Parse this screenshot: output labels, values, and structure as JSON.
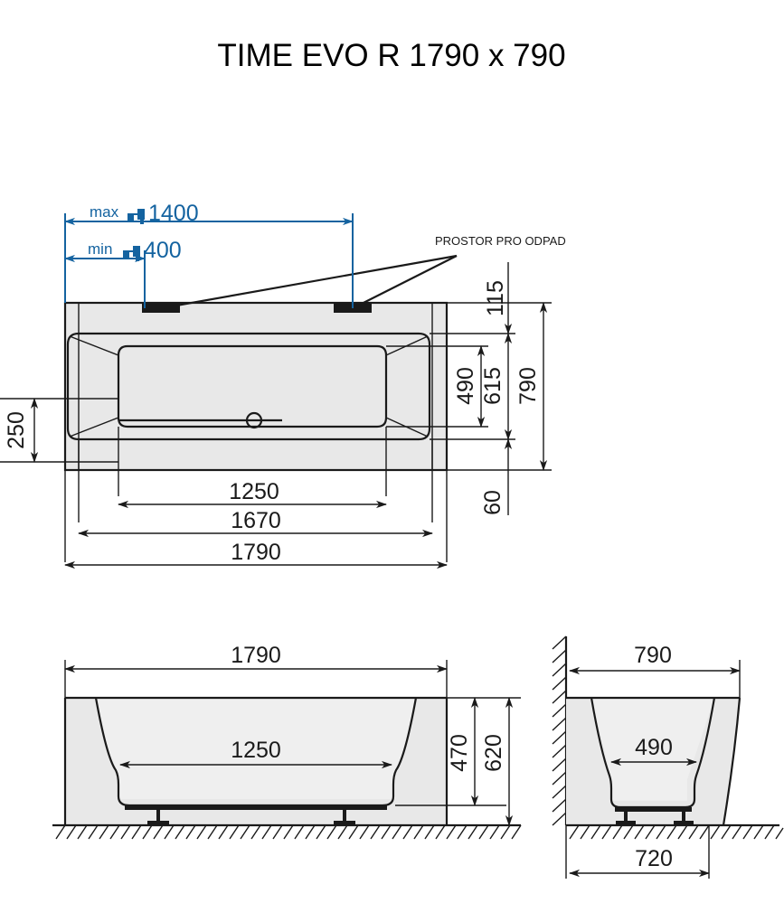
{
  "title": "TIME EVO R 1790 x 790",
  "annotations": {
    "drain_space_label": "PROSTOR PRO ODPAD",
    "faucet_max_prefix": "max",
    "faucet_max_value": "1400",
    "faucet_min_prefix": "min",
    "faucet_min_value": "400",
    "faucet_icon": "faucet-icon"
  },
  "colors": {
    "dimension_blue": "#1463a0",
    "line_black": "#1a1a1a",
    "body_fill": "#e8e8e8",
    "inner_fill": "#efefef",
    "background": "#ffffff"
  },
  "views": {
    "plan": {
      "name": "top-view",
      "dimensions": {
        "overall_length": "1790",
        "rim_length": "1670",
        "inner_length": "1250",
        "overall_width": "790",
        "inner_offset": "615",
        "inner_width": "490",
        "top_edge": "115",
        "bottom_edge": "60",
        "drain_offset": "250"
      }
    },
    "front": {
      "name": "front-elevation",
      "dimensions": {
        "overall_length": "1790",
        "inner_length": "1250",
        "body_height": "470",
        "total_height": "620"
      }
    },
    "side": {
      "name": "side-elevation",
      "dimensions": {
        "overall_width": "790",
        "inner_width": "490",
        "foot_width": "720"
      }
    }
  }
}
